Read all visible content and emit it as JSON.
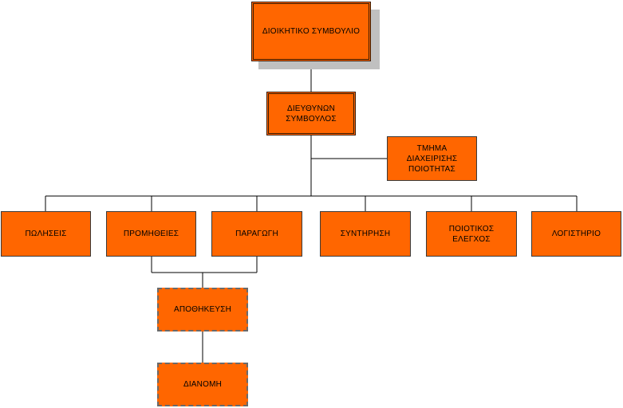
{
  "colors": {
    "box_fill": "#ff6600",
    "line": "#000000",
    "shadow": "#c0c0c0"
  },
  "nodes": {
    "board": "ΔΙΟΙΚΗΤΙΚΟ ΣΥΜΒΟΥΛΙΟ",
    "ceo": "ΔΙΕΥΘΥΝΩΝ\nΣΥΜΒΟΥΛΟΣ",
    "quality_mgmt": "ΤΜΗΜΑ\nΔΙΑΧΕΙΡΙΣΗΣ\nΠΟΙΟΤΗΤΑΣ",
    "sales": "ΠΩΛΗΣΕΙΣ",
    "procurement": "ΠΡΟΜΗΘΕΙΕΣ",
    "production": "ΠΑΡΑΓΩΓΗ",
    "maintenance": "ΣΥΝΤΗΡΗΣΗ",
    "quality_control": "ΠΟΙΟΤΙΚΟΣ\nΕΛΕΓΧΟΣ",
    "accounting": "ΛΟΓΙΣΤΗΡΙΟ",
    "warehousing": "ΑΠΟΘΗΚΕΥΣΗ",
    "distribution": "ΔΙΑΝΟΜΗ"
  }
}
